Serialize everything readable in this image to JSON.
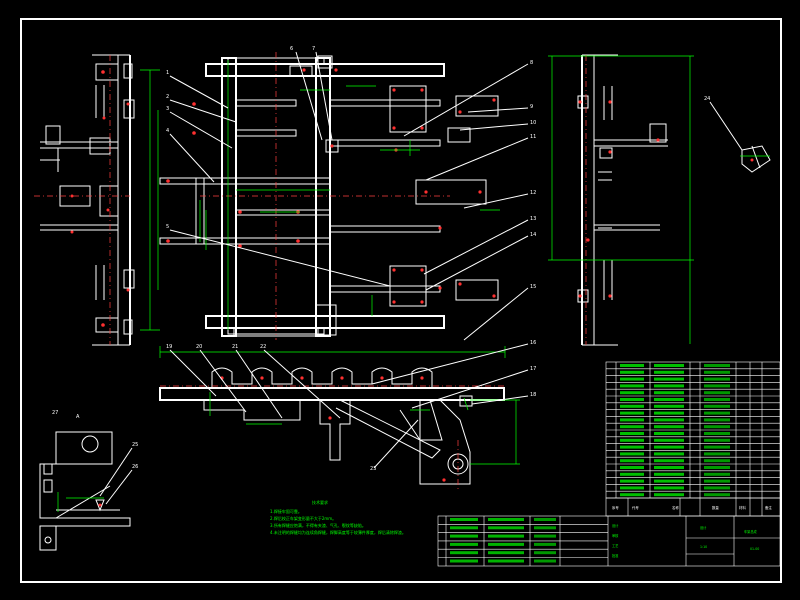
{
  "notes": {
    "heading": "技术要求",
    "lines": [
      "1.焊接牢固可靠。",
      "2.焊后校正车架变形量不大于2mm。",
      "3.所有焊缝应饱满，不得有夹渣、气孔、裂纹等缺陷。",
      "4.未注明的焊缝均为连续角焊缝，焊脚高度等于较薄件厚度，焊后清除焊渣。"
    ]
  },
  "detail_label": "A",
  "callouts": [
    "1",
    "2",
    "3",
    "4",
    "5",
    "6",
    "7",
    "8",
    "9",
    "10",
    "11",
    "12",
    "13",
    "14",
    "15",
    "16",
    "17",
    "18",
    "19",
    "20",
    "21",
    "22",
    "23",
    "24",
    "25",
    "26",
    "27"
  ],
  "title_block": {
    "drawing_name": "车架总成",
    "drawing_no": "01-00",
    "scale": "1:10",
    "company": "设计",
    "row_labels": [
      "设计",
      "审核",
      "工艺",
      "批准"
    ],
    "header": [
      "序号",
      "代号",
      "名称",
      "数量",
      "材料",
      "备注"
    ]
  }
}
